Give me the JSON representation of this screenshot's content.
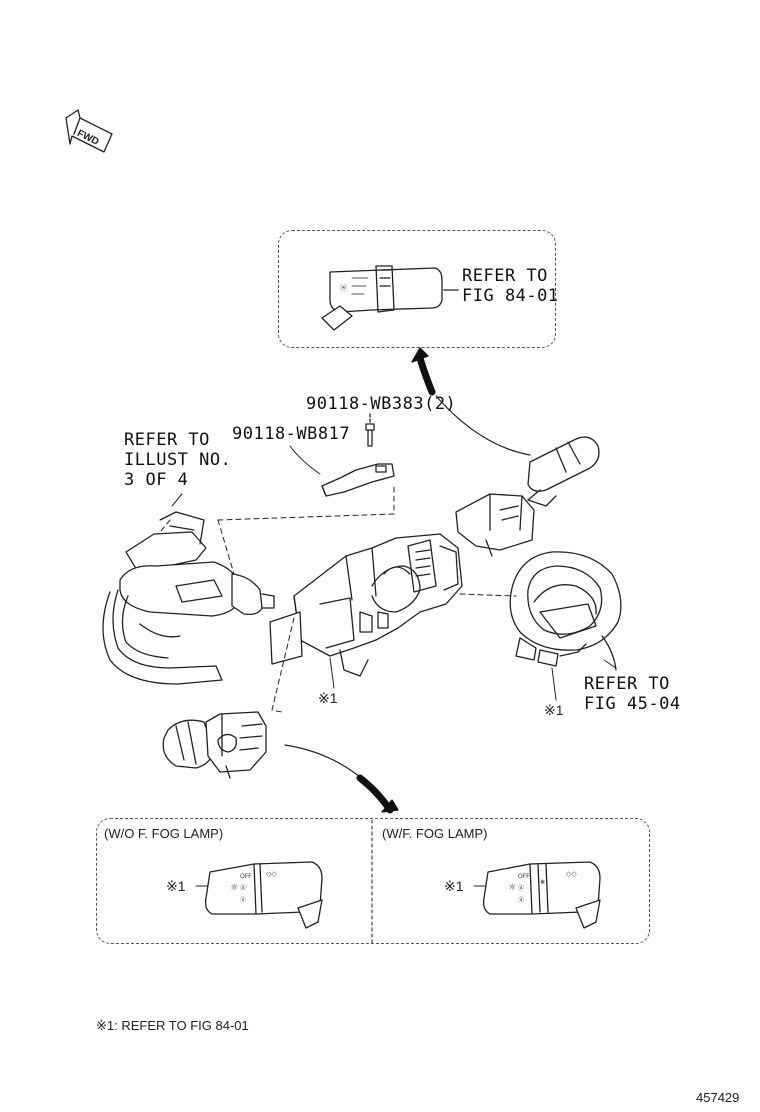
{
  "fwd": {
    "text": "FWD"
  },
  "part_numbers": {
    "bolt": "90118-WB383(2)",
    "bracket": "90118-WB817"
  },
  "refs": {
    "wiper": [
      "REFER TO",
      "FIG 84-01"
    ],
    "illust": [
      "REFER TO",
      "ILLUST NO.",
      "3 OF 4"
    ],
    "spiral": [
      "REFER TO",
      "FIG 45-04"
    ]
  },
  "marks": {
    "assembly": "※1",
    "spiral": "※1",
    "option_left": "※1",
    "option_right": "※1"
  },
  "options": {
    "left_title": "(W/O F. FOG LAMP)",
    "right_title": "(W/F. FOG LAMP)"
  },
  "footnote": "※1: REFER TO FIG 84-01",
  "figure_id": "457429"
}
